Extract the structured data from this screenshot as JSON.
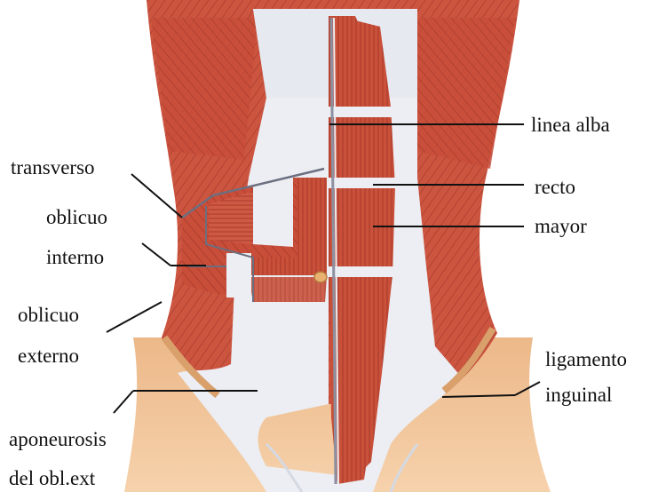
{
  "labels": {
    "linea_alba": "linea alba",
    "recto": "recto",
    "mayor": "mayor",
    "transverso": "transverso",
    "oblicuo_interno_1": "oblicuo",
    "oblicuo_interno_2": "interno",
    "oblicuo_externo_1": "oblicuo",
    "oblicuo_externo_2": "externo",
    "ligamento_1": "ligamento",
    "ligamento_2": "inguinal",
    "aponeurosis_1": "aponeurosis",
    "aponeurosis_2": "del obl.ext"
  },
  "colors": {
    "muscle": "#c9513a",
    "muscle_dark": "#9f3424",
    "fascia": "#eceef3",
    "skin": "#f1c69a",
    "skin_dark": "#d9a06c",
    "line": "#111111"
  }
}
